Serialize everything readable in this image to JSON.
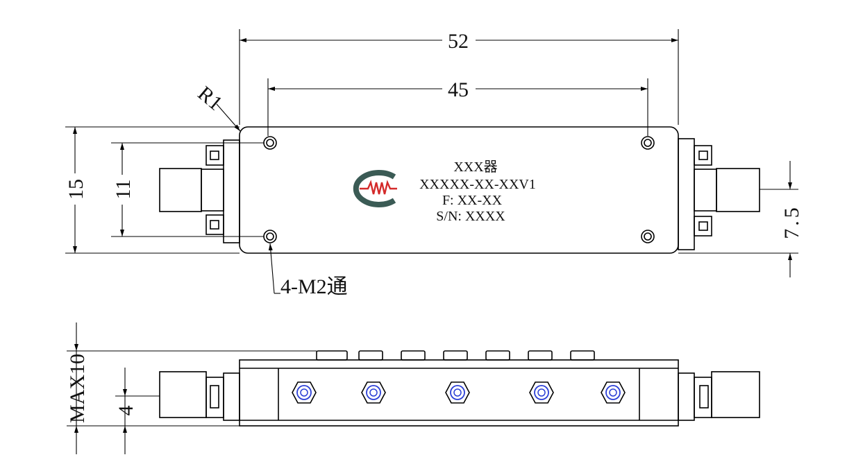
{
  "dimensions": {
    "overall_length": "52",
    "hole_spacing": "45",
    "corner_radius": "R1",
    "overall_height": "15",
    "hole_height": "11",
    "connector_offset": "7.5",
    "hole_callout": "4-M2通",
    "max_thickness": "MAX10",
    "connector_height": "4"
  },
  "nameplate": {
    "line1": "XXX器",
    "line2": "XXXXX-XX-XXV1",
    "line3": "F: XX-XX",
    "line4": "S/N: XXXX"
  },
  "colors": {
    "line": "#000000",
    "logo_ring": "#3b5b55",
    "logo_wave": "#d42a2a",
    "tuning_screw": "#2b3fd6"
  }
}
